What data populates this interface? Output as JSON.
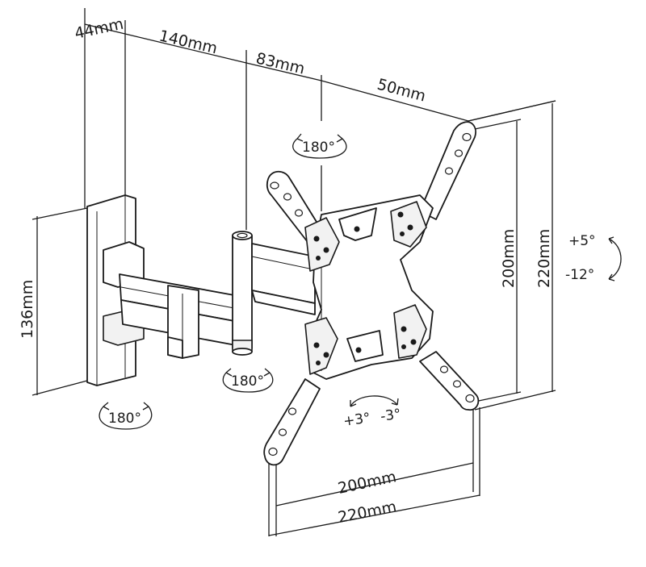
{
  "dimensions": {
    "wall_plate_depth": "44mm",
    "arm_first_segment": "140mm",
    "arm_second_segment": "83mm",
    "bracket_offset": "50mm",
    "wall_plate_height": "136mm",
    "vesa_vertical_inner": "200mm",
    "vesa_vertical_outer": "220mm",
    "vesa_horizontal_inner": "200mm",
    "vesa_horizontal_outer": "220mm"
  },
  "rotations": {
    "head_swivel": "180°",
    "elbow_swivel": "180°",
    "wall_swivel": "180°",
    "level_plus": "+3°",
    "level_minus": "-3°",
    "tilt_up": "+5°",
    "tilt_down": "-12°"
  }
}
